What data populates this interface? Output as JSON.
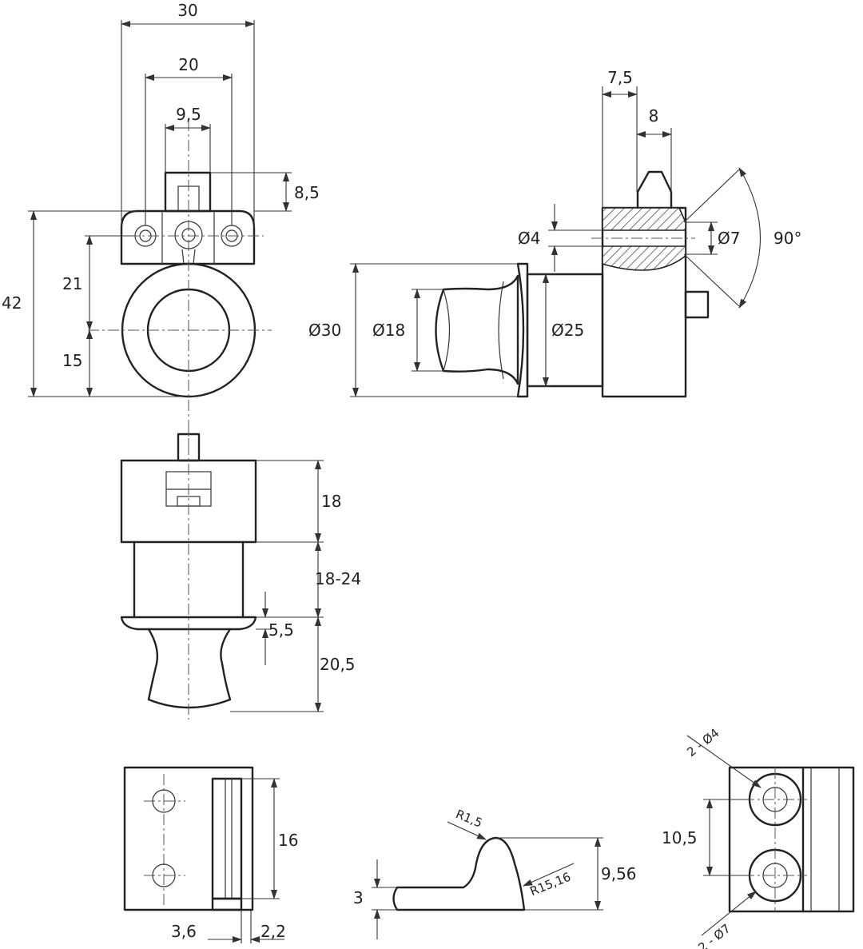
{
  "dimensions": {
    "front_width": "30",
    "hole_spacing": "20",
    "tab_width": "9,5",
    "tab_height": "8,5",
    "total_height": "42",
    "upper_offset": "21",
    "lower_offset": "15",
    "side_thickness": "7,5",
    "side_tip": "8",
    "hole_small": "Ø4",
    "hole_large": "Ø7",
    "chamfer_angle": "90°",
    "flange_diameter": "Ø30",
    "knob_diameter": "Ø18",
    "body_diameter": "Ø25",
    "body_height": "18",
    "panel_range": "18-24",
    "flange_thickness": "5,5",
    "knob_height": "20,5",
    "strike_height": "16",
    "strike_left": "3,6",
    "strike_right": "2,2",
    "keeper_radius_small": "R1,5",
    "keeper_radius_large": "R15,16",
    "keeper_height": "9,56",
    "keeper_base": "3",
    "plate_holes_small": "2 - Ø4",
    "plate_hole_spacing": "10,5",
    "plate_holes_large": "2 - Ø7"
  }
}
